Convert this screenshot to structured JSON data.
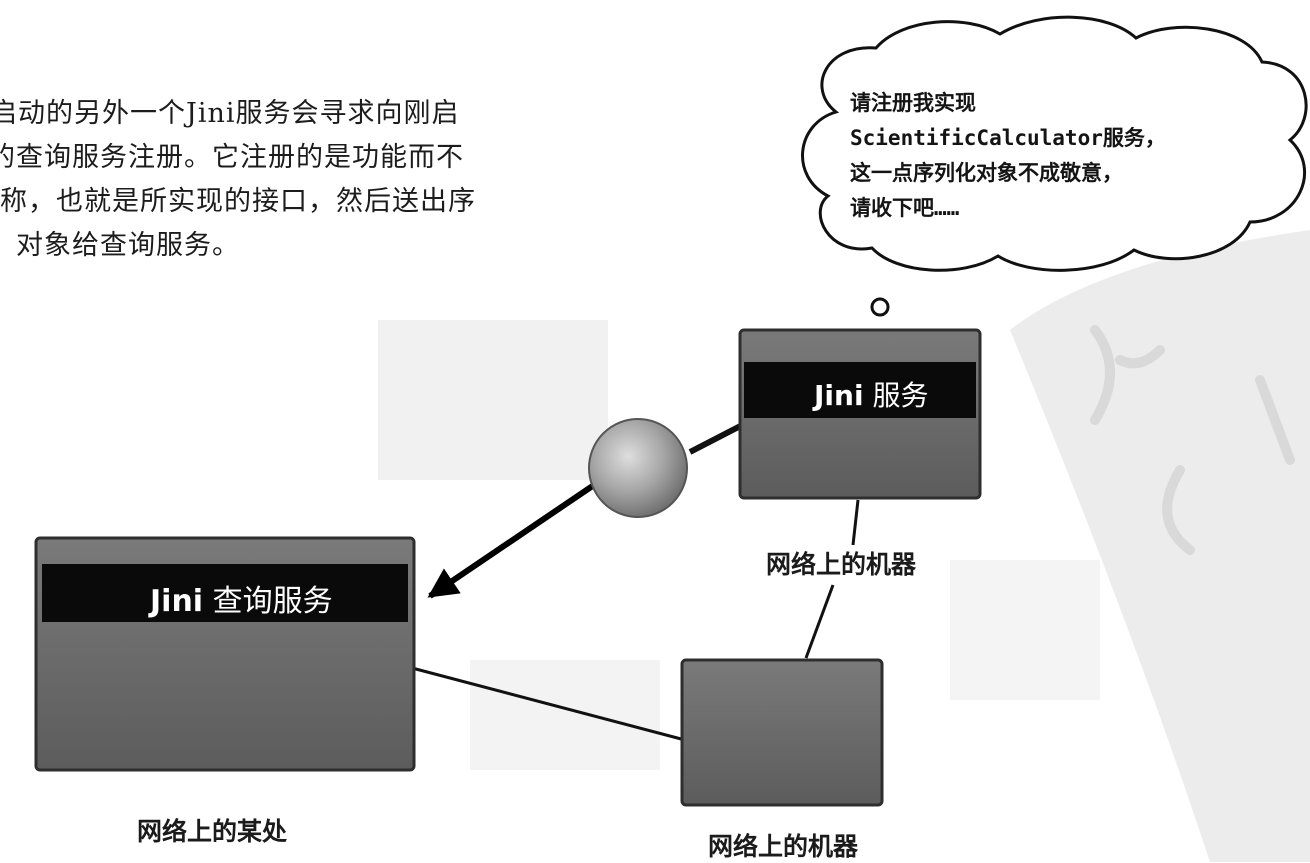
{
  "intro_text": {
    "line1": "启动的另外一个Jini服务会寻求向刚启",
    "line2": "的查询服务注册。它注册的是功能而不",
    "line3": "称，也就是所实现的接口，然后送出序",
    "line4": "对象给查询服务。"
  },
  "thought_bubble": {
    "line1": "请注册我实现",
    "line2": "ScientificCalculator服务，",
    "line3": "这一点序列化对象不成敬意，",
    "line4": "请收下吧……"
  },
  "lookup_service": {
    "label_prefix": "Jini",
    "label_suffix": " 查询服务",
    "caption": "网络上的某处"
  },
  "jini_service": {
    "label_prefix": "Jini",
    "label_suffix": " 服务",
    "caption": "网络上的机器"
  },
  "other_machine": {
    "caption": "网络上的机器"
  },
  "colors": {
    "box_face": "#6b6b6b",
    "box_band": "#0a0a0a",
    "orb": "#a8a8a8",
    "watermark": "#ececec"
  }
}
